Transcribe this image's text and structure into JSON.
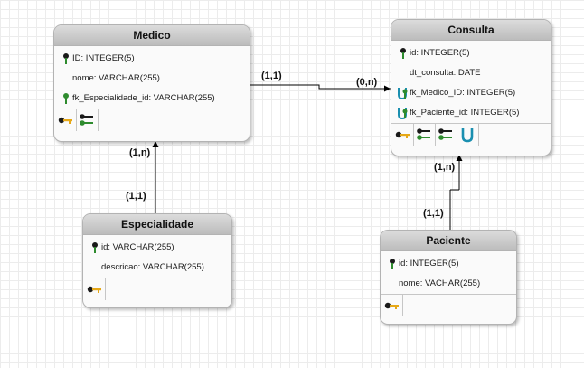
{
  "entities": {
    "medico": {
      "title": "Medico",
      "attrs": [
        {
          "label": "ID: INTEGER(5)",
          "icon": "primary-key-icon"
        },
        {
          "label": "nome: VARCHAR(255)",
          "icon": ""
        },
        {
          "label": "fk_Especialidade_id: VARCHAR(255)",
          "icon": "foreign-key-icon"
        }
      ]
    },
    "consulta": {
      "title": "Consulta",
      "attrs": [
        {
          "label": "id: INTEGER(5)",
          "icon": "primary-key-icon"
        },
        {
          "label": "dt_consulta: DATE",
          "icon": ""
        },
        {
          "label": "fk_Medico_ID: INTEGER(5)",
          "icon": "unique-foreign-key-icon"
        },
        {
          "label": "fk_Paciente_id: INTEGER(5)",
          "icon": "unique-foreign-key-icon"
        }
      ]
    },
    "especialidade": {
      "title": "Especialidade",
      "attrs": [
        {
          "label": "id: VARCHAR(255)",
          "icon": "primary-key-icon"
        },
        {
          "label": "descricao: VARCHAR(255)",
          "icon": ""
        }
      ]
    },
    "paciente": {
      "title": "Paciente",
      "attrs": [
        {
          "label": "id: INTEGER(5)",
          "icon": "primary-key-icon"
        },
        {
          "label": "nome: VACHAR(255)",
          "icon": ""
        }
      ]
    }
  },
  "relationships": [
    {
      "name": "medico-consulta",
      "source_card": "(1,1)",
      "target_card": "(0,n)"
    },
    {
      "name": "especialidade-medico",
      "source_card": "(1,1)",
      "target_card": "(1,n)"
    },
    {
      "name": "paciente-consulta",
      "source_card": "(1,1)",
      "target_card": "(1,n)"
    }
  ],
  "colors": {
    "key_dark": "#1a1a1a",
    "key_gold": "#e6a817",
    "key_green": "#2e8b2e",
    "unique_teal": "#1a8fb0"
  }
}
